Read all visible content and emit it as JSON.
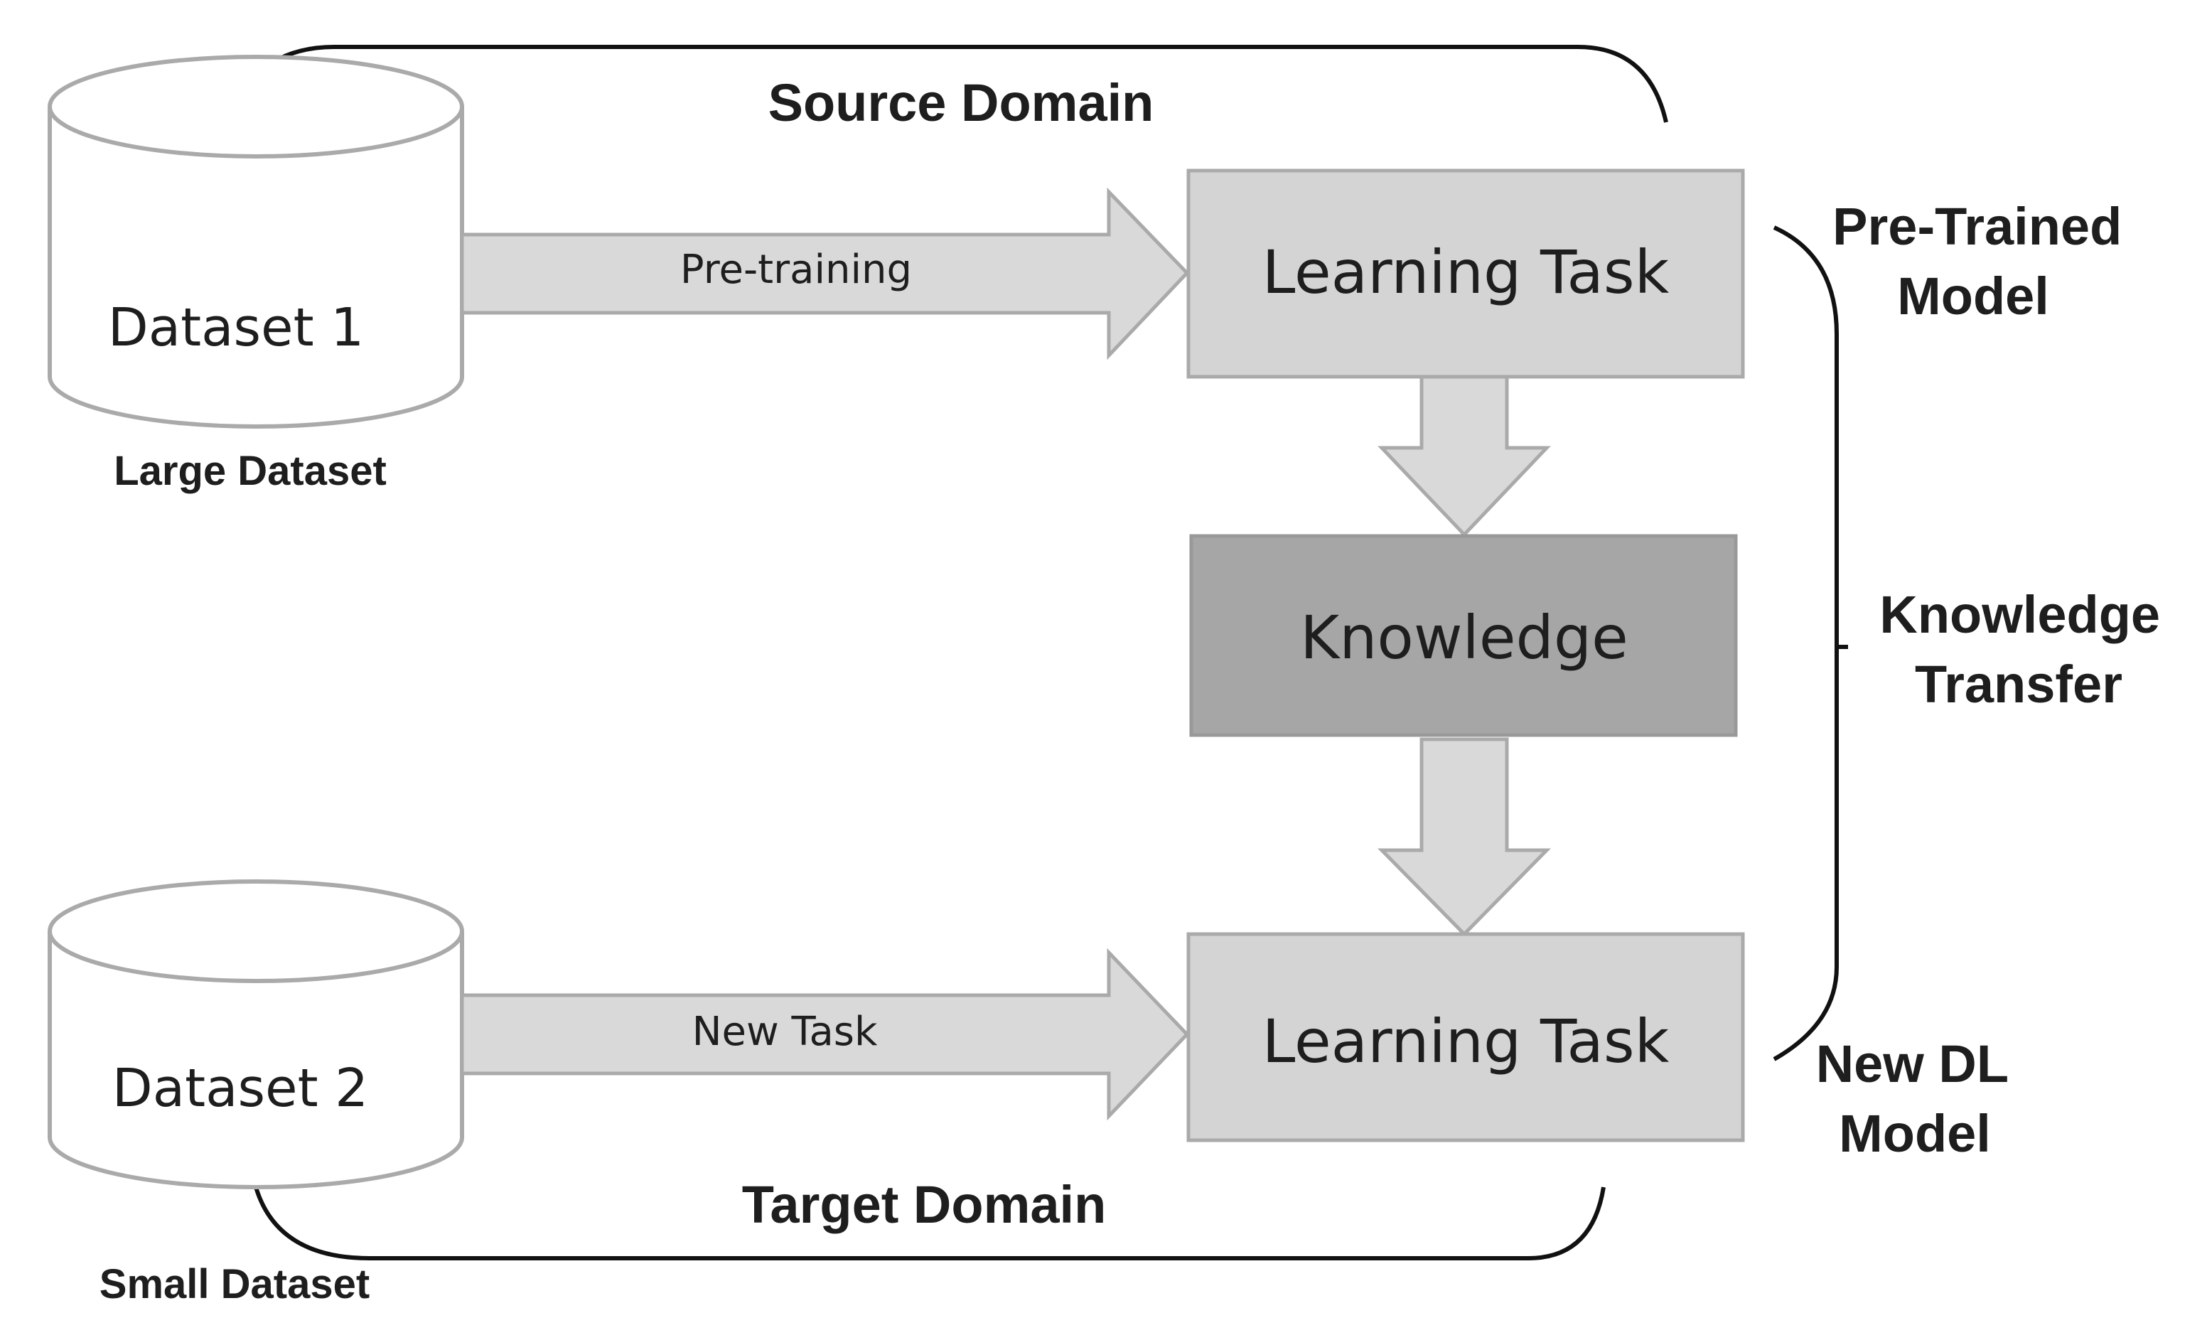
{
  "diagram": {
    "source_domain": "Source Domain",
    "target_domain": "Target Domain",
    "dataset1": {
      "name": "Dataset 1",
      "caption": "Large Dataset"
    },
    "dataset2": {
      "name": "Dataset 2",
      "caption": "Small Dataset"
    },
    "arrow_top_label": "Pre-training",
    "arrow_bottom_label": "New Task",
    "task_top": "Learning Task",
    "knowledge": "Knowledge",
    "task_bottom": "Learning Task",
    "side_top": [
      "Pre-Trained",
      "Model"
    ],
    "side_mid": [
      "Knowledge",
      "Transfer"
    ],
    "side_bottom": [
      "New DL",
      "Model"
    ]
  },
  "colors": {
    "box_light": "#d4d4d4",
    "box_dark": "#a6a6a6",
    "arrow_fill": "#d9d9d9",
    "outline": "#aaaaaa",
    "bracket": "#111111"
  }
}
